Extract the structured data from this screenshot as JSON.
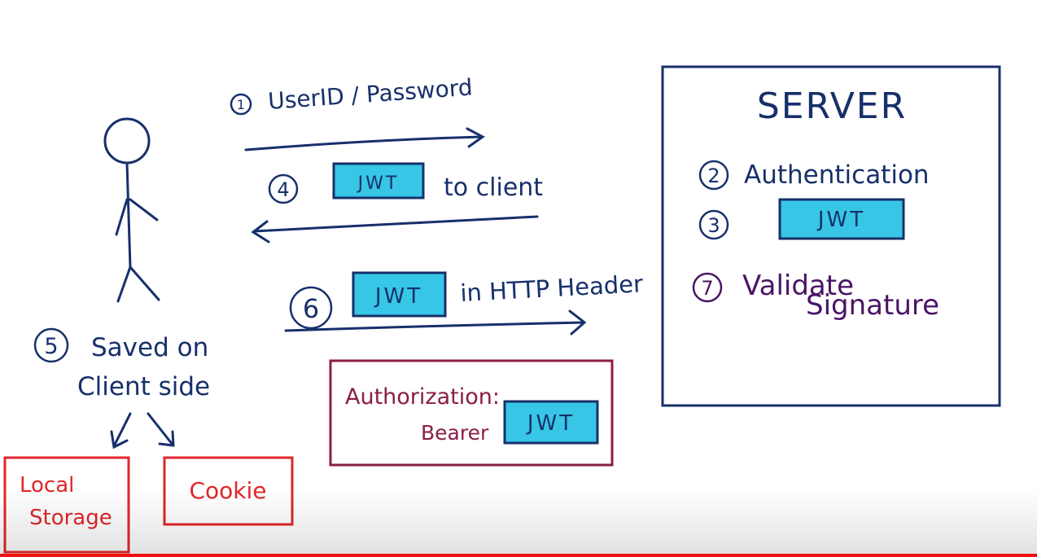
{
  "steps": {
    "s1": {
      "num": "1",
      "label": "UserID / Password"
    },
    "s2": {
      "num": "2",
      "label": "Authentication"
    },
    "s3": {
      "num": "3",
      "token": "JWT"
    },
    "s4": {
      "num": "4",
      "token": "JWT",
      "label": "to client"
    },
    "s5": {
      "num": "5",
      "line1": "Saved on",
      "line2": "Client side"
    },
    "s6": {
      "num": "6",
      "token": "JWT",
      "label": "in HTTP Header"
    },
    "s7": {
      "num": "7",
      "line1": "Validate",
      "line2": "Signature"
    }
  },
  "server": {
    "title": "SERVER"
  },
  "header_box": {
    "line1": "Authorization:",
    "bearer": "Bearer",
    "token": "JWT"
  },
  "storage": {
    "local": {
      "line1": "Local",
      "line2": "Storage"
    },
    "cookie": {
      "label": "Cookie"
    }
  },
  "colors": {
    "ink": "#17306b",
    "purple": "#4a1466",
    "maroon": "#8a1d47",
    "red": "#e0262a",
    "jwt_fill": "#37c6e6"
  },
  "video": {
    "progress": 1.0
  }
}
